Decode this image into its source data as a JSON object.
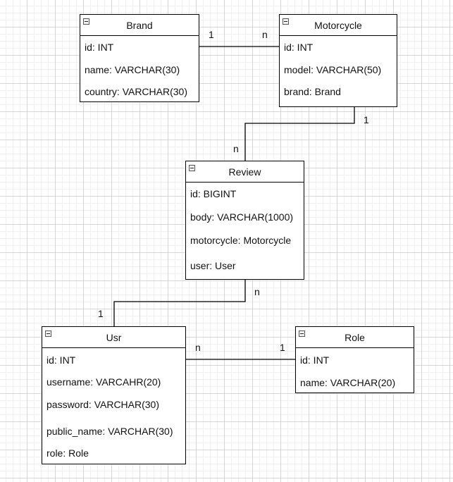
{
  "entities": {
    "brand": {
      "name": "Brand",
      "fields": [
        "id: INT",
        "name: VARCHAR(30)",
        "country: VARCHAR(30)"
      ]
    },
    "motorcycle": {
      "name": "Motorcycle",
      "fields": [
        "id: INT",
        "model: VARCHAR(50)",
        "brand: Brand"
      ]
    },
    "review": {
      "name": "Review",
      "fields": [
        "id: BIGINT",
        "body: VARCHAR(1000)",
        "motorcycle: Motorcycle",
        "user: User"
      ]
    },
    "usr": {
      "name": "Usr",
      "fields": [
        "id: INT",
        "username: VARCAHR(20)",
        "password: VARCHAR(30)",
        "public_name: VARCHAR(30)",
        "role: Role"
      ]
    },
    "role": {
      "name": "Role",
      "fields": [
        "id: INT",
        "name: VARCHAR(20)"
      ]
    }
  },
  "relations": {
    "brand_motorcycle": {
      "from": "1",
      "to": "n"
    },
    "motorcycle_review": {
      "from": "1",
      "to": "n"
    },
    "review_usr": {
      "from": "n",
      "to": "1"
    },
    "usr_role": {
      "from": "n",
      "to": "1"
    }
  }
}
